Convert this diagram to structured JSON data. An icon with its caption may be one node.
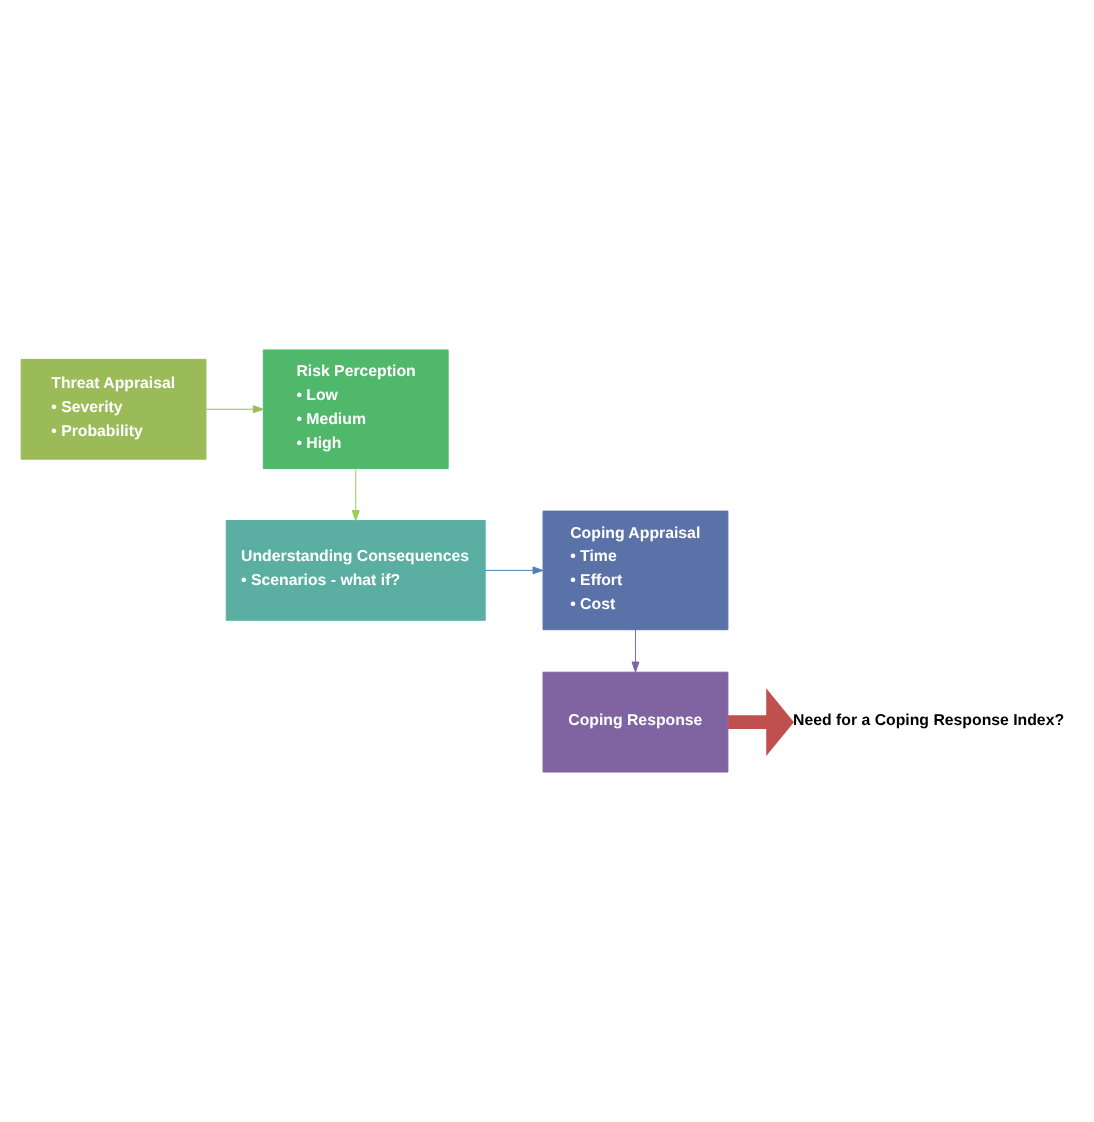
{
  "diagram": {
    "nodes": [
      {
        "text": [
          "Threat Appraisal",
          "• Severity",
          "• Probability"
        ]
      },
      {
        "text": [
          "Risk Perception",
          "• Low",
          "• Medium",
          "• High"
        ]
      },
      {
        "text": [
          "Understanding Consequences",
          "• Scenarios - what if?"
        ]
      },
      {
        "text": [
          "Coping Appraisal",
          "• Time",
          "• Effort",
          "• Cost"
        ]
      },
      {
        "text": [
          "Coping Response"
        ]
      },
      {
        "text": [
          "Need for a Coping Response Index?"
        ]
      }
    ],
    "edges": [
      {
        "from": 0,
        "to": 1,
        "arrow": "to",
        "color": "#9bbb59"
      },
      {
        "from": 1,
        "to": 2,
        "arrow": "to",
        "color": "#92d050"
      },
      {
        "from": 2,
        "to": 3,
        "arrow": "to",
        "color": "#4f81bd"
      },
      {
        "from": 3,
        "to": 4,
        "arrow": "to",
        "color": "#8064a2"
      },
      {
        "from": 4,
        "to": 5,
        "arrow": "to",
        "style": "thick",
        "color": "#c0504d"
      }
    ]
  }
}
